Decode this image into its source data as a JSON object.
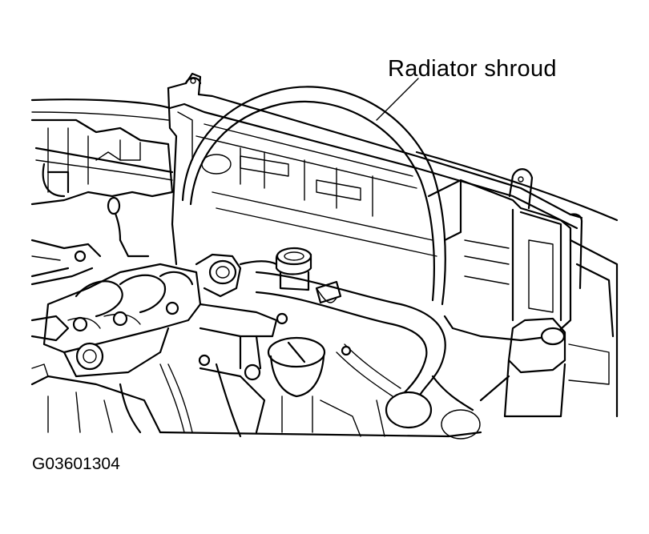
{
  "callout": {
    "label": "Radiator shroud"
  },
  "figure": {
    "id": "G03601304"
  },
  "diagram": {
    "subject": "engine compartment line drawing",
    "highlighted_part": "Radiator shroud",
    "line_color": "#000000",
    "background_color": "#ffffff"
  }
}
